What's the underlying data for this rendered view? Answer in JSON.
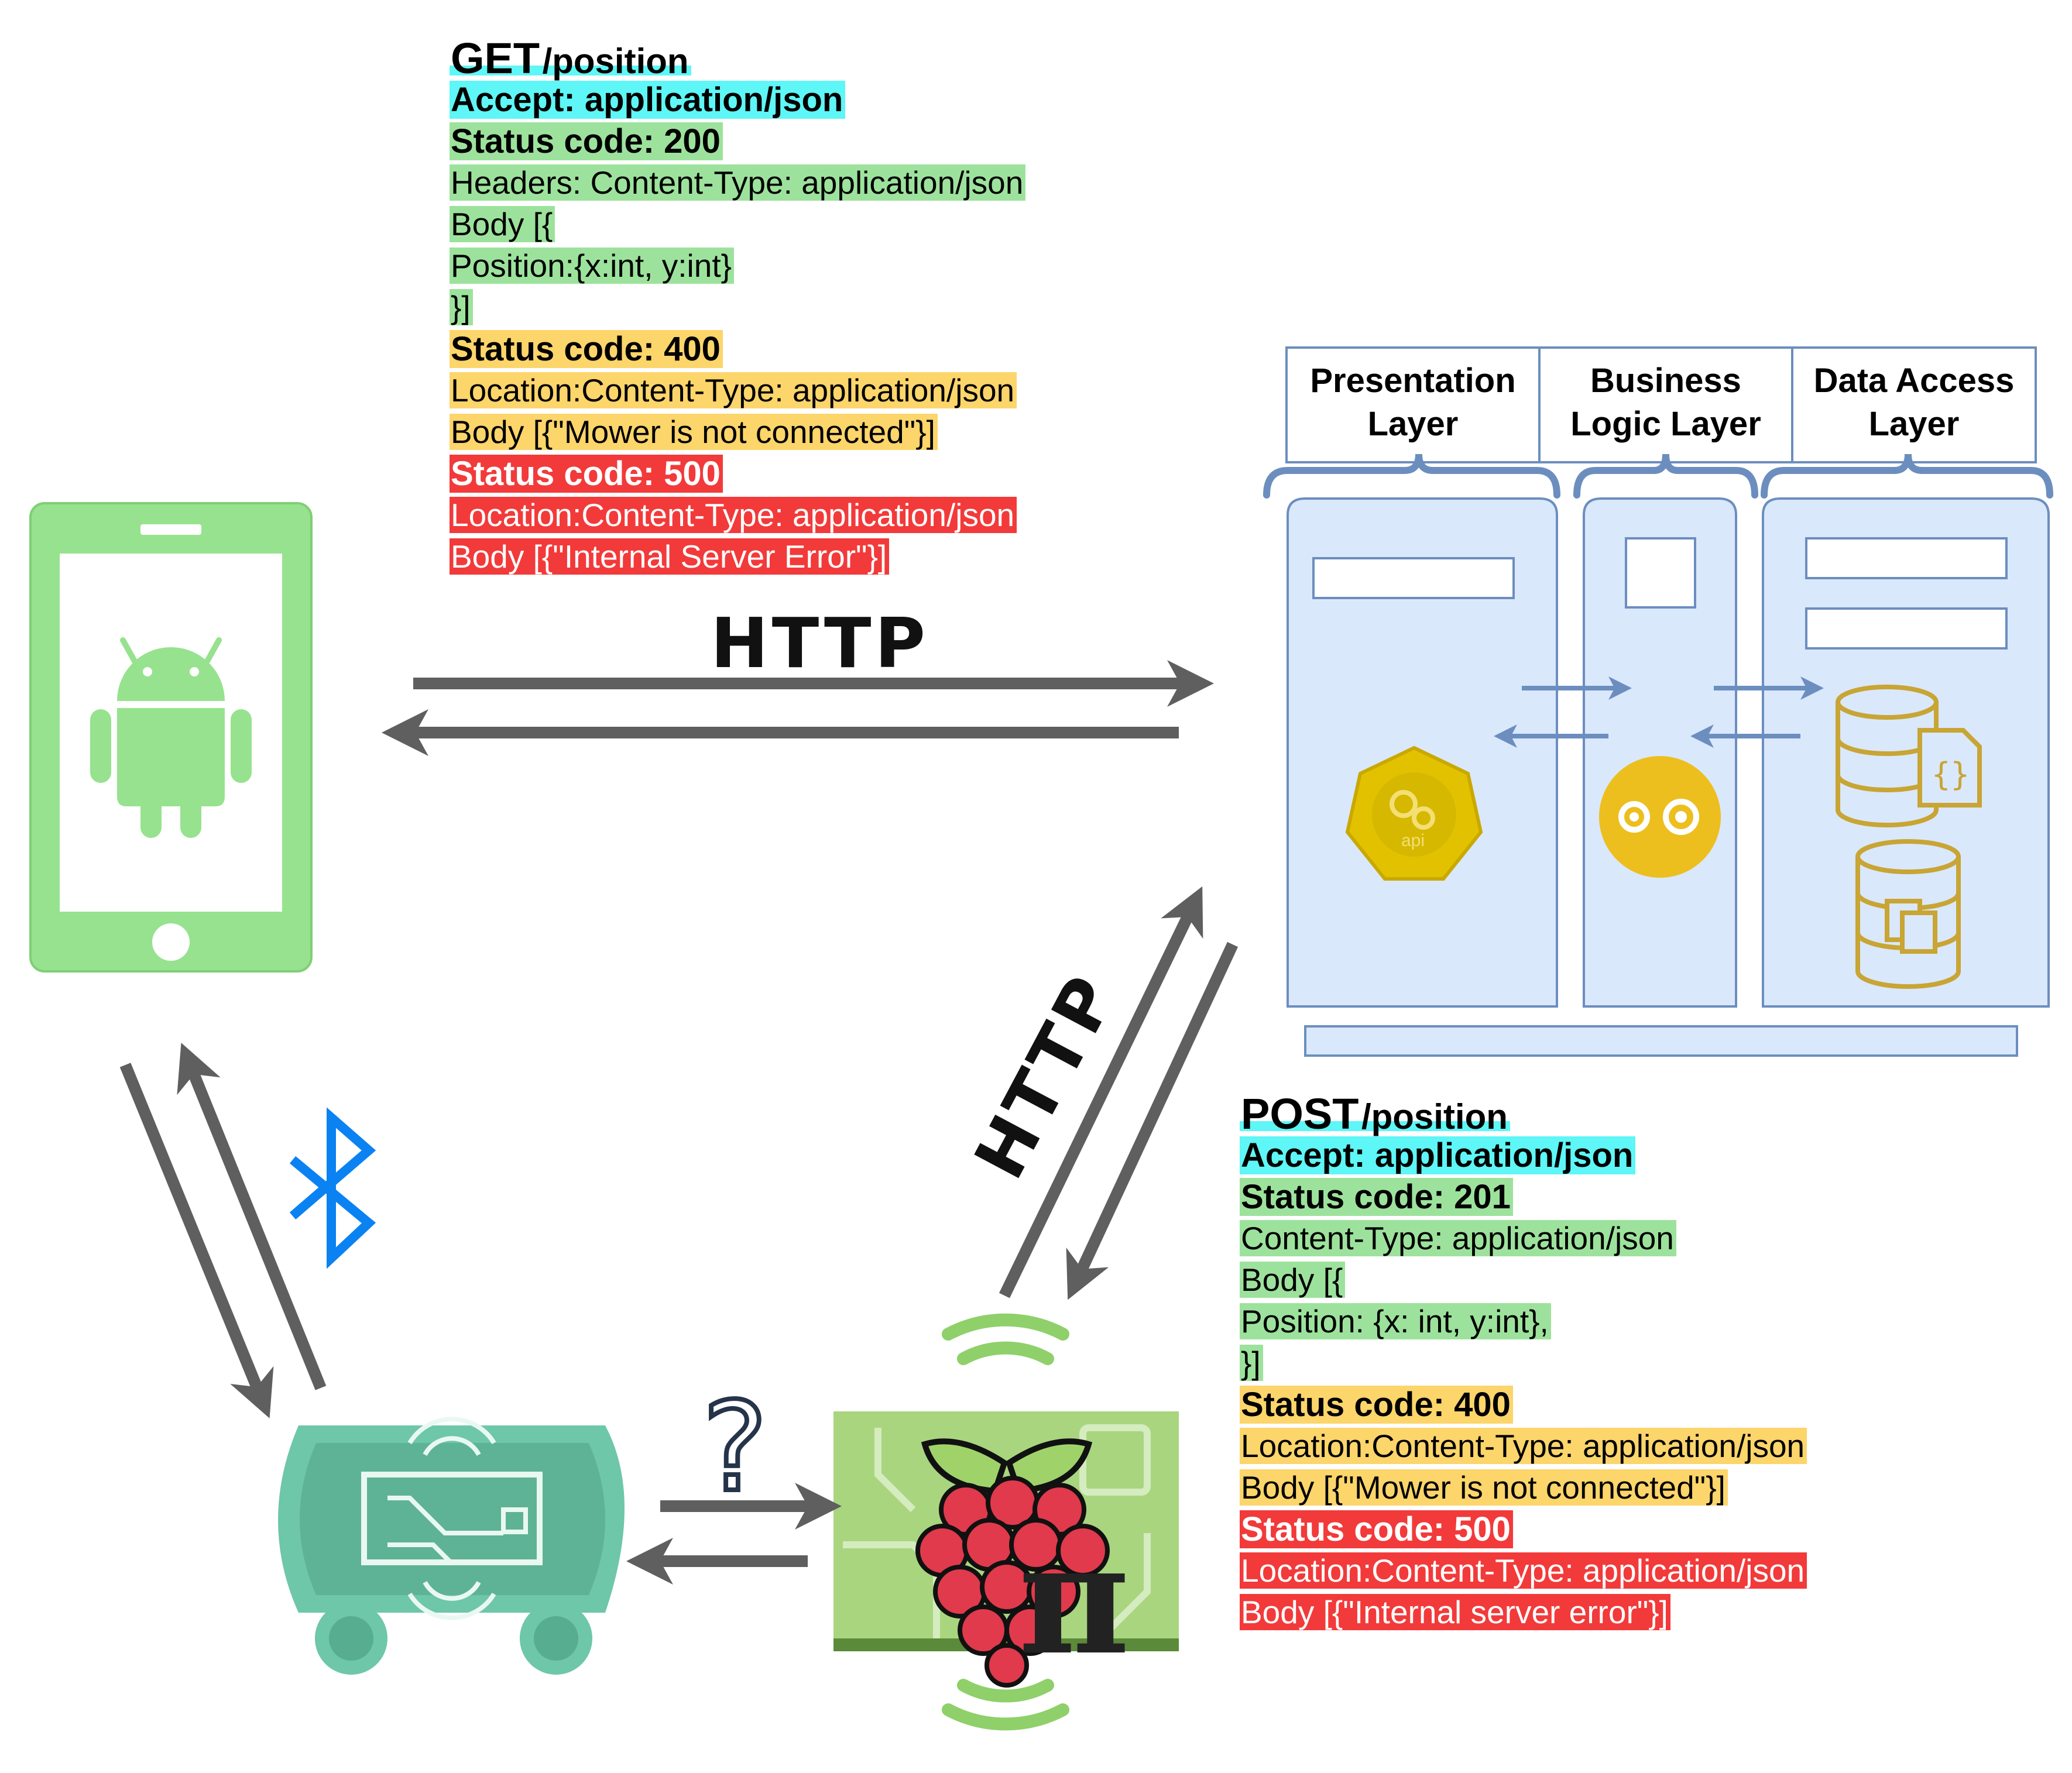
{
  "get_block": {
    "method": "GET",
    "path": "/position",
    "accept": "Accept: application/json",
    "status_200": "Status code: 200",
    "headers_200": "Headers: Content-Type: application/json",
    "body_open": "Body [{",
    "position_line": "Position:{x:int, y:int}",
    "body_close": "}]",
    "status_400": "Status code: 400",
    "location_400": "Location:Content-Type: application/json",
    "body_400": "Body [{\"Mower is not connected\"}]",
    "status_500": "Status code: 500",
    "location_500": "Location:Content-Type: application/json",
    "body_500": "Body [{\"Internal Server Error\"}]"
  },
  "post_block": {
    "method": "POST",
    "path": "/position",
    "accept": "Accept: application/json",
    "status_201": "Status code: 201",
    "content_type_201": "Content-Type: application/json",
    "body_open": "Body [{",
    "position_line": "Position: {x: int, y:int},",
    "body_close": "}]",
    "status_400": "Status code: 400",
    "location_400": "Location:Content-Type: application/json",
    "body_400": "Body [{\"Mower is not connected\"}]",
    "status_500": "Status code: 500",
    "location_500": "Location:Content-Type: application/json",
    "body_500": "Body [{\"Internal server error\"}]"
  },
  "server": {
    "layers": [
      {
        "line1": "Presentation",
        "line2": "Layer"
      },
      {
        "line1": "Business",
        "line2": "Logic Layer"
      },
      {
        "line1": "Data Access",
        "line2": "Layer"
      }
    ],
    "api_icon_text": "api"
  },
  "connections": {
    "phone_server_label": "HTTP",
    "pi_server_label": "HTTP",
    "mower_pi_label": "?"
  },
  "icons": {
    "phone": "android-phone-icon",
    "bluetooth": "bluetooth-icon",
    "mower": "mower-robot-icon",
    "raspberry": "raspberry-pi-icon",
    "api": "api-heptagon-icon",
    "gears": "gears-icon",
    "database": "database-icon"
  },
  "colors": {
    "green": "#9de29c",
    "yellow": "#fcd56b",
    "red": "#f23a3a",
    "cyan": "#5ef6f6",
    "arrow": "#5f5f5f",
    "server_fill": "#dae8fc",
    "server_stroke": "#6c8ebf",
    "phone_green": "#97e28e",
    "mower_teal": "#6dc7a8",
    "bluetooth_blue": "#0b82f2",
    "gold": "#e2c200"
  }
}
